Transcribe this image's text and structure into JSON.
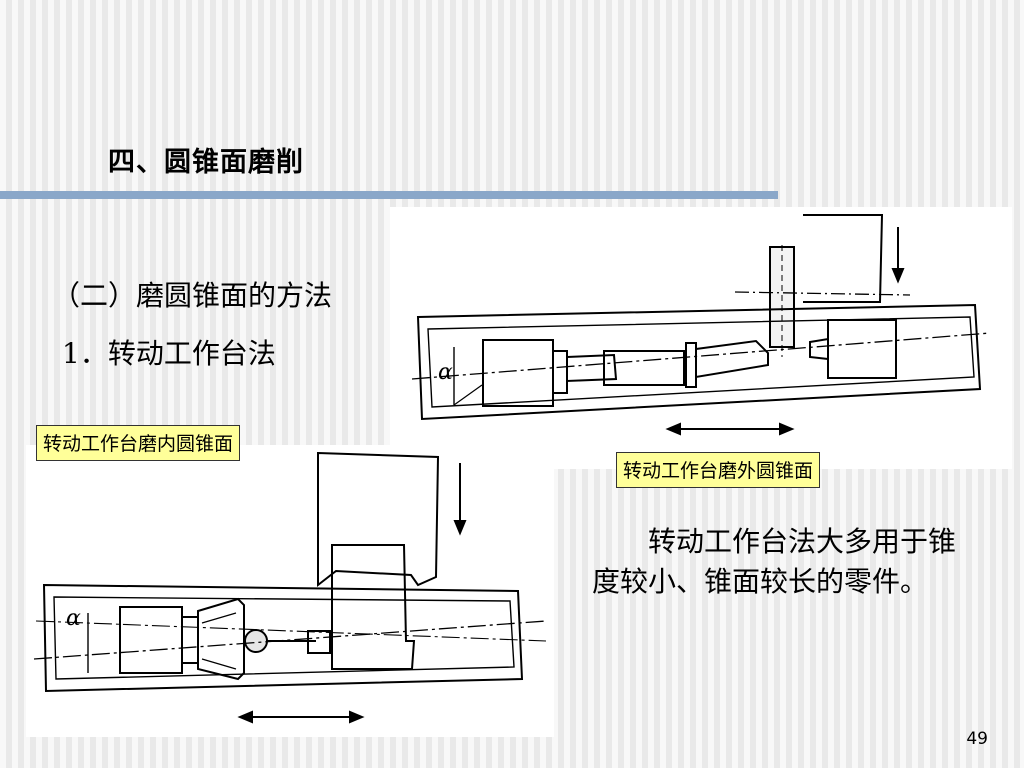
{
  "slide": {
    "title": "四、圆锥面磨削",
    "subheading": "（二）磨圆锥面的方法",
    "method": "1．转动工作台法",
    "caption_inner": "转动工作台磨内圆锥面",
    "caption_outer": "转动工作台磨外圆锥面",
    "body_text": "转动工作台法大多用于锥度较小、锥面较长的零件。",
    "angle_symbol": "α",
    "page_number": "49"
  },
  "colors": {
    "title_rule": "#8aa7c9",
    "caption_background": "#ffff99",
    "figure_background": "#ffffff"
  }
}
